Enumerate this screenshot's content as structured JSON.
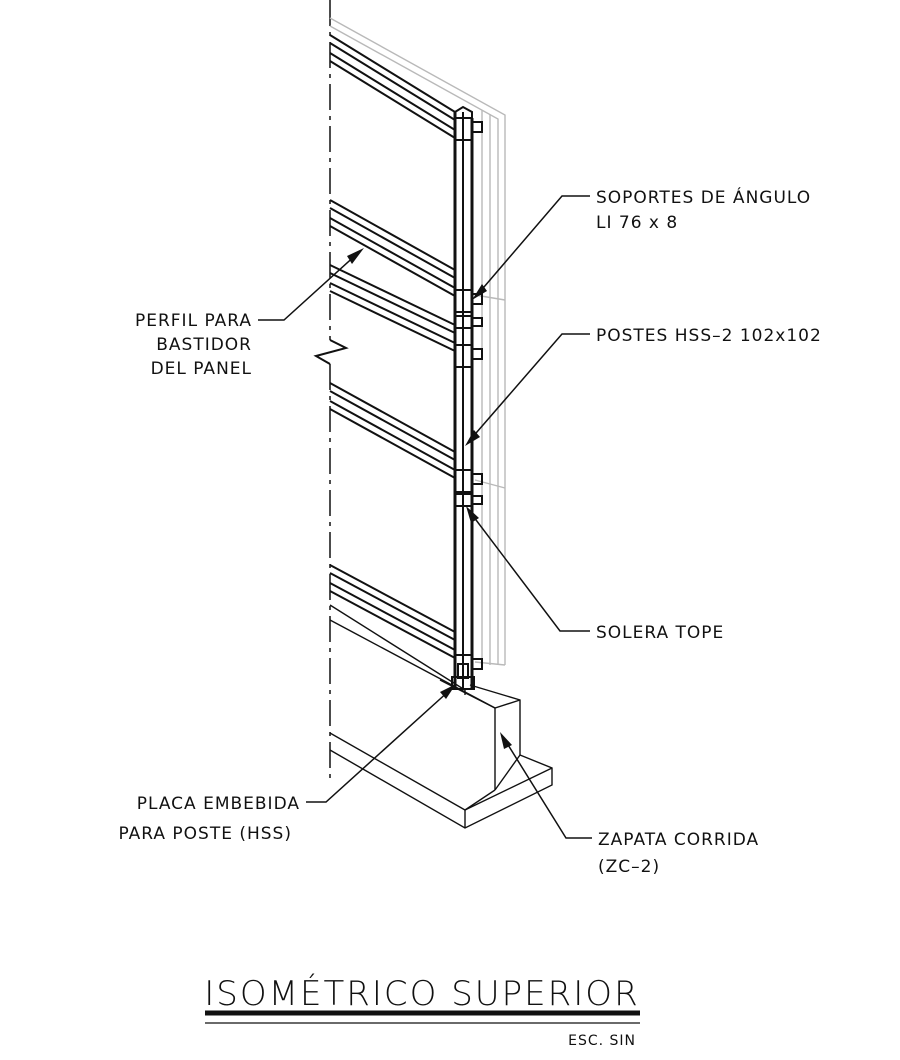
{
  "labels": {
    "soportes_line1": "SOPORTES DE ÁNGULO",
    "soportes_line2": "LI 76 x 8",
    "perfil_line1": "PERFIL PARA",
    "perfil_line2": "BASTIDOR",
    "perfil_line3": "DEL PANEL",
    "postes": "POSTES HSS–2 102x102",
    "solera": "SOLERA TOPE",
    "placa_line1": "PLACA EMBEBIDA",
    "placa_line2": "PARA POSTE (HSS)",
    "zapata_line1": "ZAPATA CORRIDA",
    "zapata_line2": "(ZC–2)"
  },
  "title_block": {
    "title": "ISOMÉTRICO SUPERIOR",
    "scale": "ESC. SIN"
  }
}
